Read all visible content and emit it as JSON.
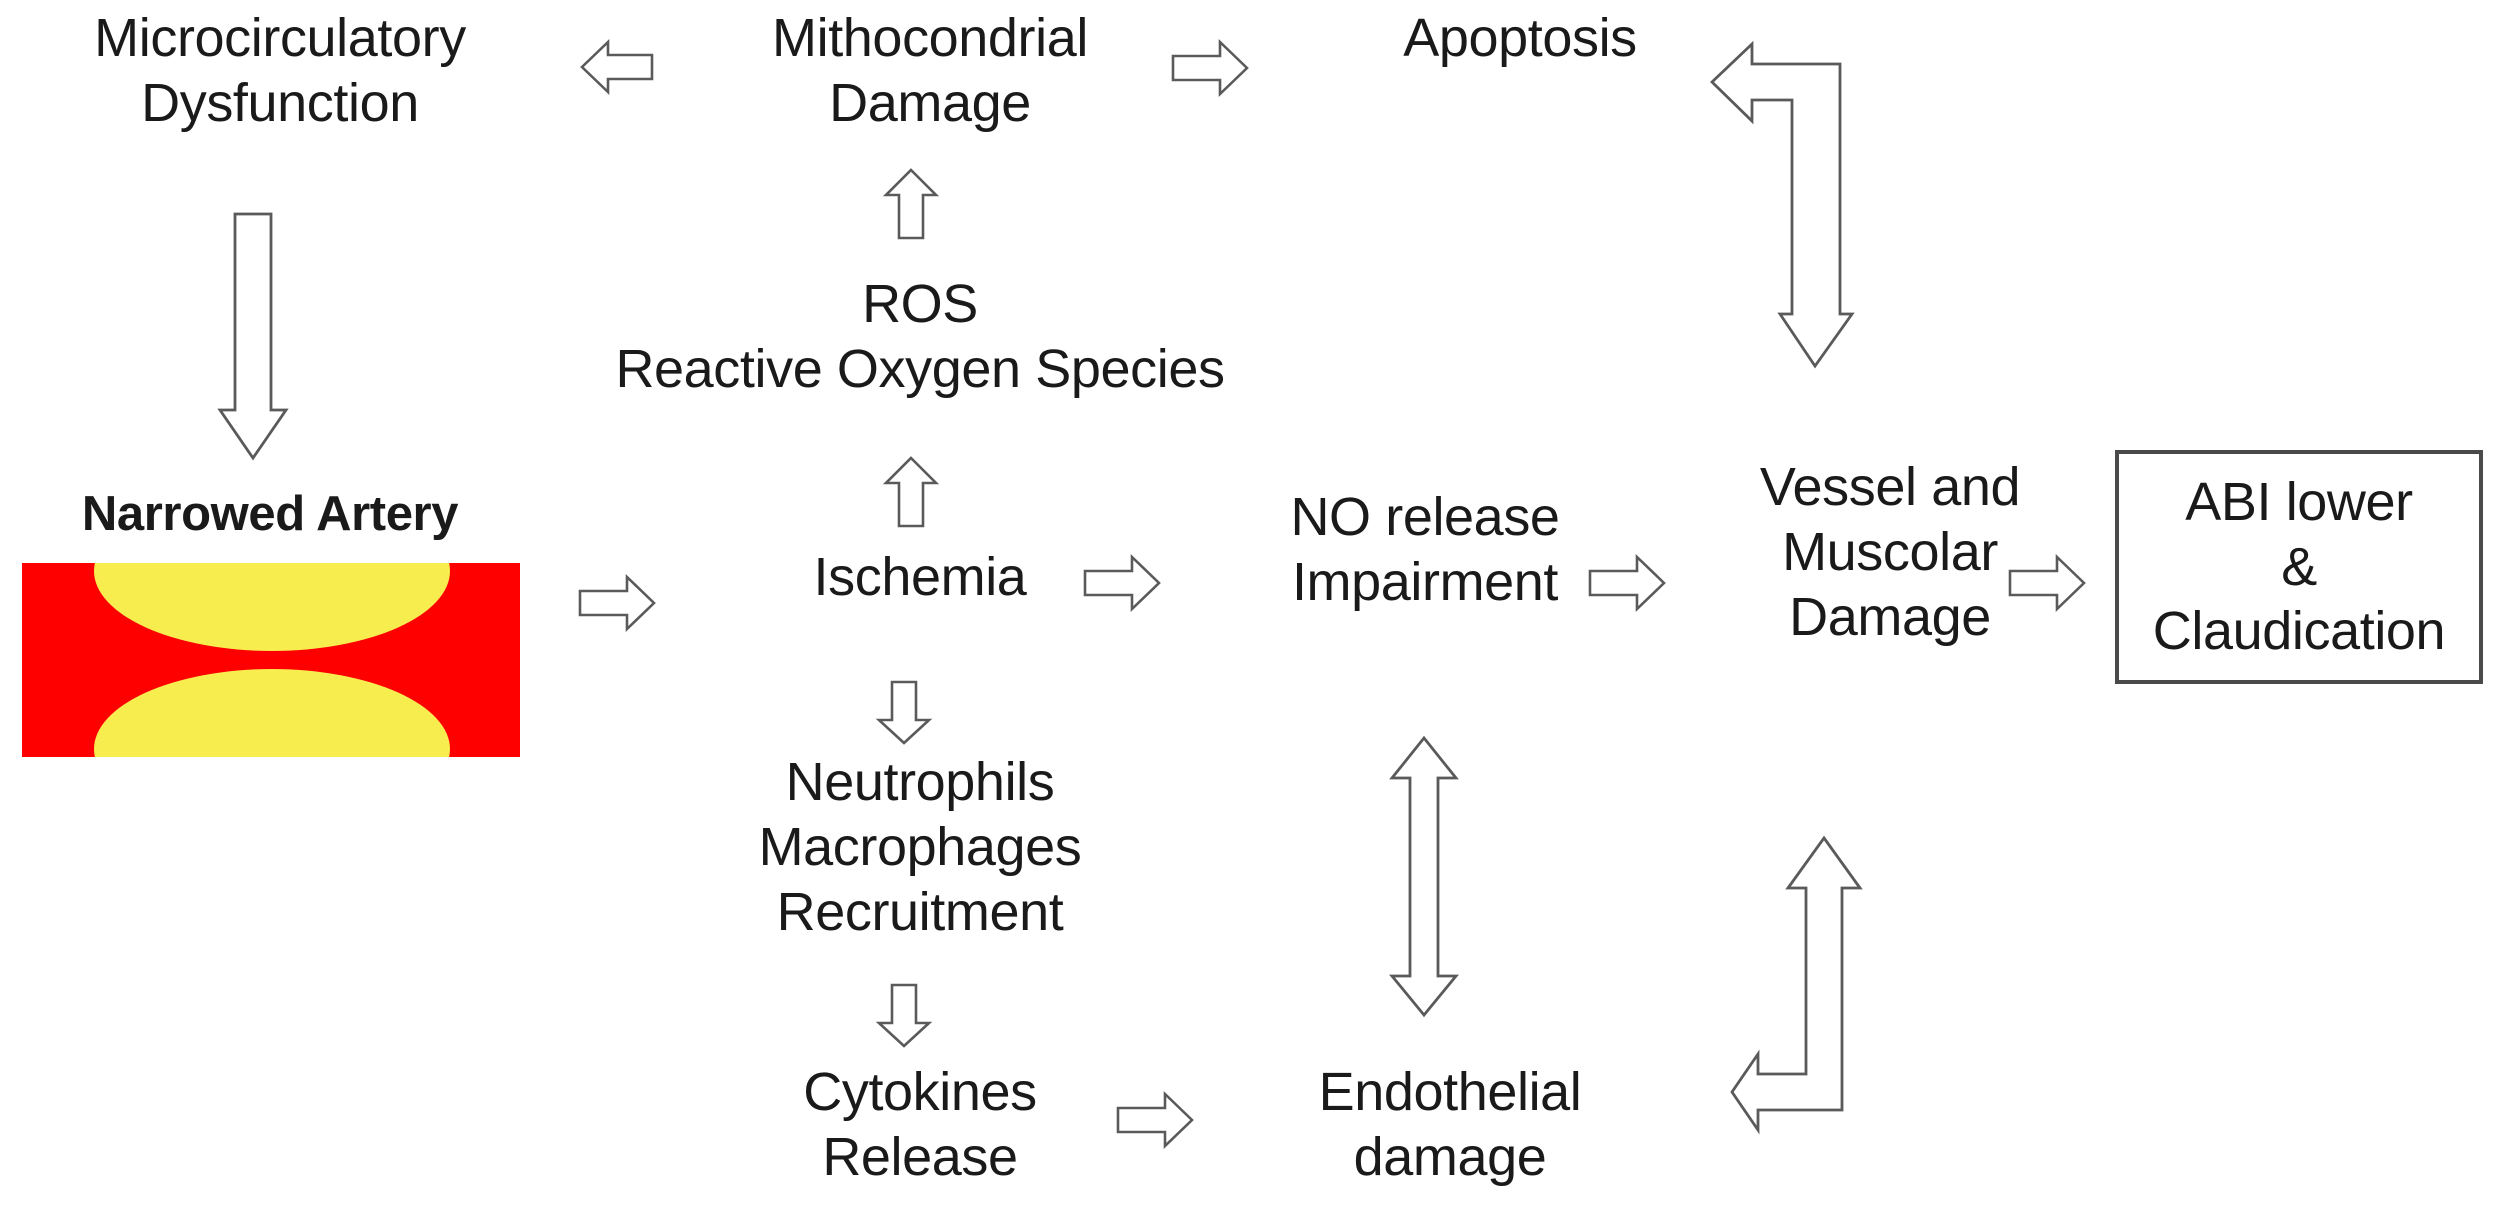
{
  "diagram": {
    "title": "Peripheral artery disease pathophysiology flowchart",
    "type": "flowchart",
    "background_color": "#ffffff",
    "line_color": "#5a5a5a",
    "text_color": "#1a1a1a"
  },
  "nodes": {
    "microcirculatory_dysfunction": "Microcirculatory\nDysfunction",
    "mithocondrial_damage": "Mithocondrial\nDamage",
    "apoptosis": "Apoptosis",
    "ros": "ROS\nReactive Oxygen Species",
    "narrowed_artery": "Narrowed Artery",
    "ischemia": "Ischemia",
    "no_release_impairment": "NO release\nImpairment",
    "vessel_muscolar_damage": "Vessel and\nMuscolar\nDamage",
    "abi_claudication": "ABI lower\n&\nClaudication",
    "neutrophils_macrophages": "Neutrophils\nMacrophages\nRecruitment",
    "cytokines_release": "Cytokines\nRelease",
    "endothelial_damage": "Endothelial\ndamage"
  },
  "artery_illustration": {
    "name": "narrowed-artery-illustration",
    "vessel_color": "#fe0000",
    "plaque_color": "#f7ed4e"
  },
  "arrows": [
    {
      "id": "mithocondrial-to-microcirculatory",
      "direction": "left",
      "from": "mithocondrial_damage",
      "to": "microcirculatory_dysfunction"
    },
    {
      "id": "mithocondrial-to-apoptosis",
      "direction": "right",
      "from": "mithocondrial_damage",
      "to": "apoptosis"
    },
    {
      "id": "ros-to-mithocondrial",
      "direction": "up",
      "from": "ros",
      "to": "mithocondrial_damage"
    },
    {
      "id": "microcirculatory-to-artery",
      "direction": "down",
      "from": "microcirculatory_dysfunction",
      "to": "narrowed_artery"
    },
    {
      "id": "ischemia-to-ros",
      "direction": "up",
      "from": "ischemia",
      "to": "ros"
    },
    {
      "id": "artery-to-ischemia",
      "direction": "right",
      "from": "narrowed_artery",
      "to": "ischemia"
    },
    {
      "id": "ischemia-to-no-release",
      "direction": "right",
      "from": "ischemia",
      "to": "no_release_impairment"
    },
    {
      "id": "no-release-to-vessel-damage",
      "direction": "right",
      "from": "no_release_impairment",
      "to": "vessel_muscolar_damage"
    },
    {
      "id": "vessel-damage-to-abi",
      "direction": "right",
      "from": "vessel_muscolar_damage",
      "to": "abi_claudication"
    },
    {
      "id": "ischemia-to-neutrophils",
      "direction": "down",
      "from": "ischemia",
      "to": "neutrophils_macrophages"
    },
    {
      "id": "neutrophils-to-cytokines",
      "direction": "down",
      "from": "neutrophils_macrophages",
      "to": "cytokines_release"
    },
    {
      "id": "cytokines-to-endothelial",
      "direction": "right",
      "from": "cytokines_release",
      "to": "endothelial_damage"
    },
    {
      "id": "endothelial-no-release-bidirectional",
      "direction": "up-down",
      "from": "endothelial_damage",
      "to": "no_release_impairment"
    },
    {
      "id": "vessel-damage-to-apoptosis-bent",
      "direction": "bent-left-down",
      "from": "vessel_muscolar_damage",
      "to": "apoptosis"
    },
    {
      "id": "endothelial-to-vessel-damage-bent",
      "direction": "bent-up-left",
      "from": "endothelial_damage",
      "to": "vessel_muscolar_damage"
    }
  ]
}
